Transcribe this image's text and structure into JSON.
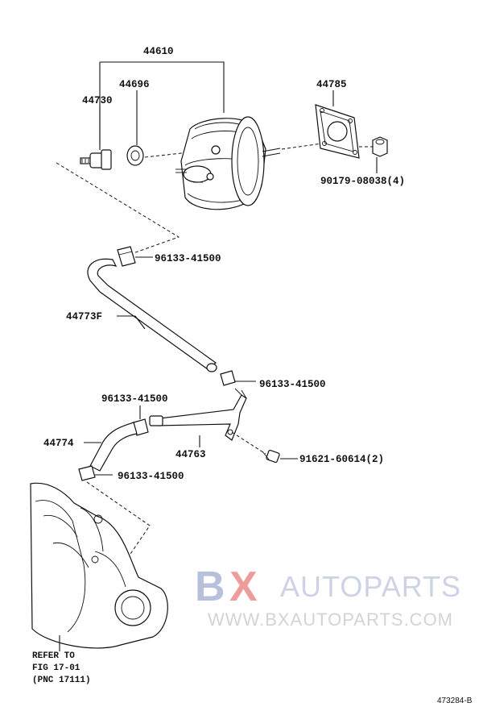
{
  "parts": {
    "booster_assy": "44610",
    "check_valve_grommet": "44696",
    "check_valve": "44730",
    "gasket": "44785",
    "nut": "90179-08038",
    "nut_qty": "(4)",
    "clip_top": "96133-41500",
    "vacuum_hose": "44773F",
    "clip_mid": "96133-41500",
    "clip_left": "96133-41500",
    "hose_short": "44774",
    "vacuum_pipe": "44763",
    "bolt": "91621-60614",
    "bolt_qty": "(2)",
    "clip_bottom": "96133-41500"
  },
  "reference": {
    "line1": "REFER TO",
    "line2": "FIG 17-01",
    "line3": "(PNC 17111)"
  },
  "watermark": {
    "logo_b": "B",
    "logo_x": "X",
    "name": "AUTOPARTS",
    "url": "WWW.BXAUTOPARTS.COM"
  },
  "figure_id": "473284-B"
}
